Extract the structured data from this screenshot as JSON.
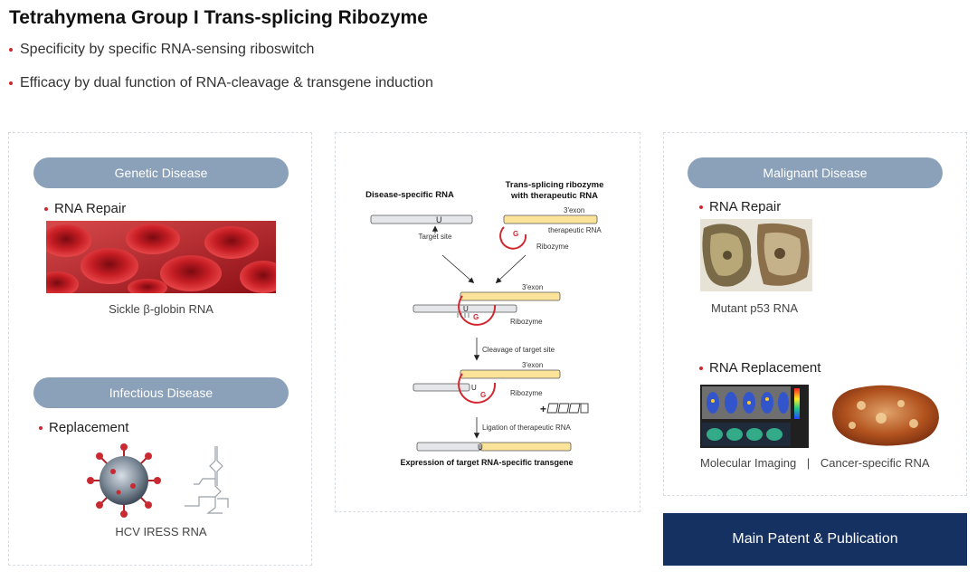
{
  "header": {
    "title": "Tetrahymena Group I Trans-splicing Ribozyme",
    "bullets": [
      "Specificity by specific RNA-sensing riboswitch",
      "Efficacy by dual function of RNA-cleavage & transgene induction"
    ]
  },
  "left_panel": {
    "genetic_pill": "Genetic Disease",
    "rna_repair_label": "RNA Repair",
    "sickle_caption": "Sickle β-globin RNA",
    "infectious_pill": "Infectious  Disease",
    "replacement_label": "Replacement",
    "hcv_caption": "HCV IRESS RNA"
  },
  "diagram": {
    "disease_rna": "Disease-specific RNA",
    "trans_title_1": "Trans-splicing ribozyme",
    "trans_title_2": "with therapeutic RNA",
    "u_letter": "U",
    "g_letter": "G",
    "target_site": "Target site",
    "exon_3": "3'exon",
    "therapeutic_rna": "therapeutic RNA",
    "ribozyme": "Ribozyme",
    "cleavage": "Cleavage of target site",
    "ligation": "Ligation of therapeutic RNA",
    "expression": "Expression of target RNA-specific transgene"
  },
  "right_panel": {
    "malignant_pill": "Malignant Disease",
    "rna_repair_label": "RNA Repair",
    "p53_caption": "Mutant p53 RNA",
    "replacement_label": "RNA Replacement",
    "molecular_caption": "Molecular Imaging",
    "separator": "|",
    "cancer_caption": "Cancer-specific RNA"
  },
  "patent_button": "Main Patent & Publication",
  "colors": {
    "accent_red": "#d0272f",
    "pill_blue": "#8aa1b9",
    "navy": "#143161",
    "exon_yellow": "#fbe39a"
  }
}
